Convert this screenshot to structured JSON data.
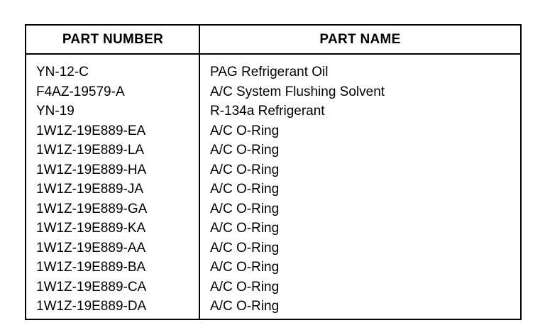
{
  "table": {
    "headers": {
      "part_number": "PART NUMBER",
      "part_name": "PART NAME"
    },
    "rows": [
      {
        "part_number": "YN-12-C",
        "part_name": "PAG Refrigerant Oil"
      },
      {
        "part_number": "F4AZ-19579-A",
        "part_name": "A/C System Flushing Solvent"
      },
      {
        "part_number": "YN-19",
        "part_name": "R-134a Refrigerant"
      },
      {
        "part_number": "1W1Z-19E889-EA",
        "part_name": "A/C O-Ring"
      },
      {
        "part_number": "1W1Z-19E889-LA",
        "part_name": "A/C O-Ring"
      },
      {
        "part_number": "1W1Z-19E889-HA",
        "part_name": "A/C O-Ring"
      },
      {
        "part_number": "1W1Z-19E889-JA",
        "part_name": "A/C O-Ring"
      },
      {
        "part_number": "1W1Z-19E889-GA",
        "part_name": "A/C O-Ring"
      },
      {
        "part_number": "1W1Z-19E889-KA",
        "part_name": "A/C O-Ring"
      },
      {
        "part_number": "1W1Z-19E889-AA",
        "part_name": "A/C O-Ring"
      },
      {
        "part_number": "1W1Z-19E889-BA",
        "part_name": "A/C O-Ring"
      },
      {
        "part_number": "1W1Z-19E889-CA",
        "part_name": "A/C O-Ring"
      },
      {
        "part_number": "1W1Z-19E889-DA",
        "part_name": "A/C O-Ring"
      }
    ]
  }
}
